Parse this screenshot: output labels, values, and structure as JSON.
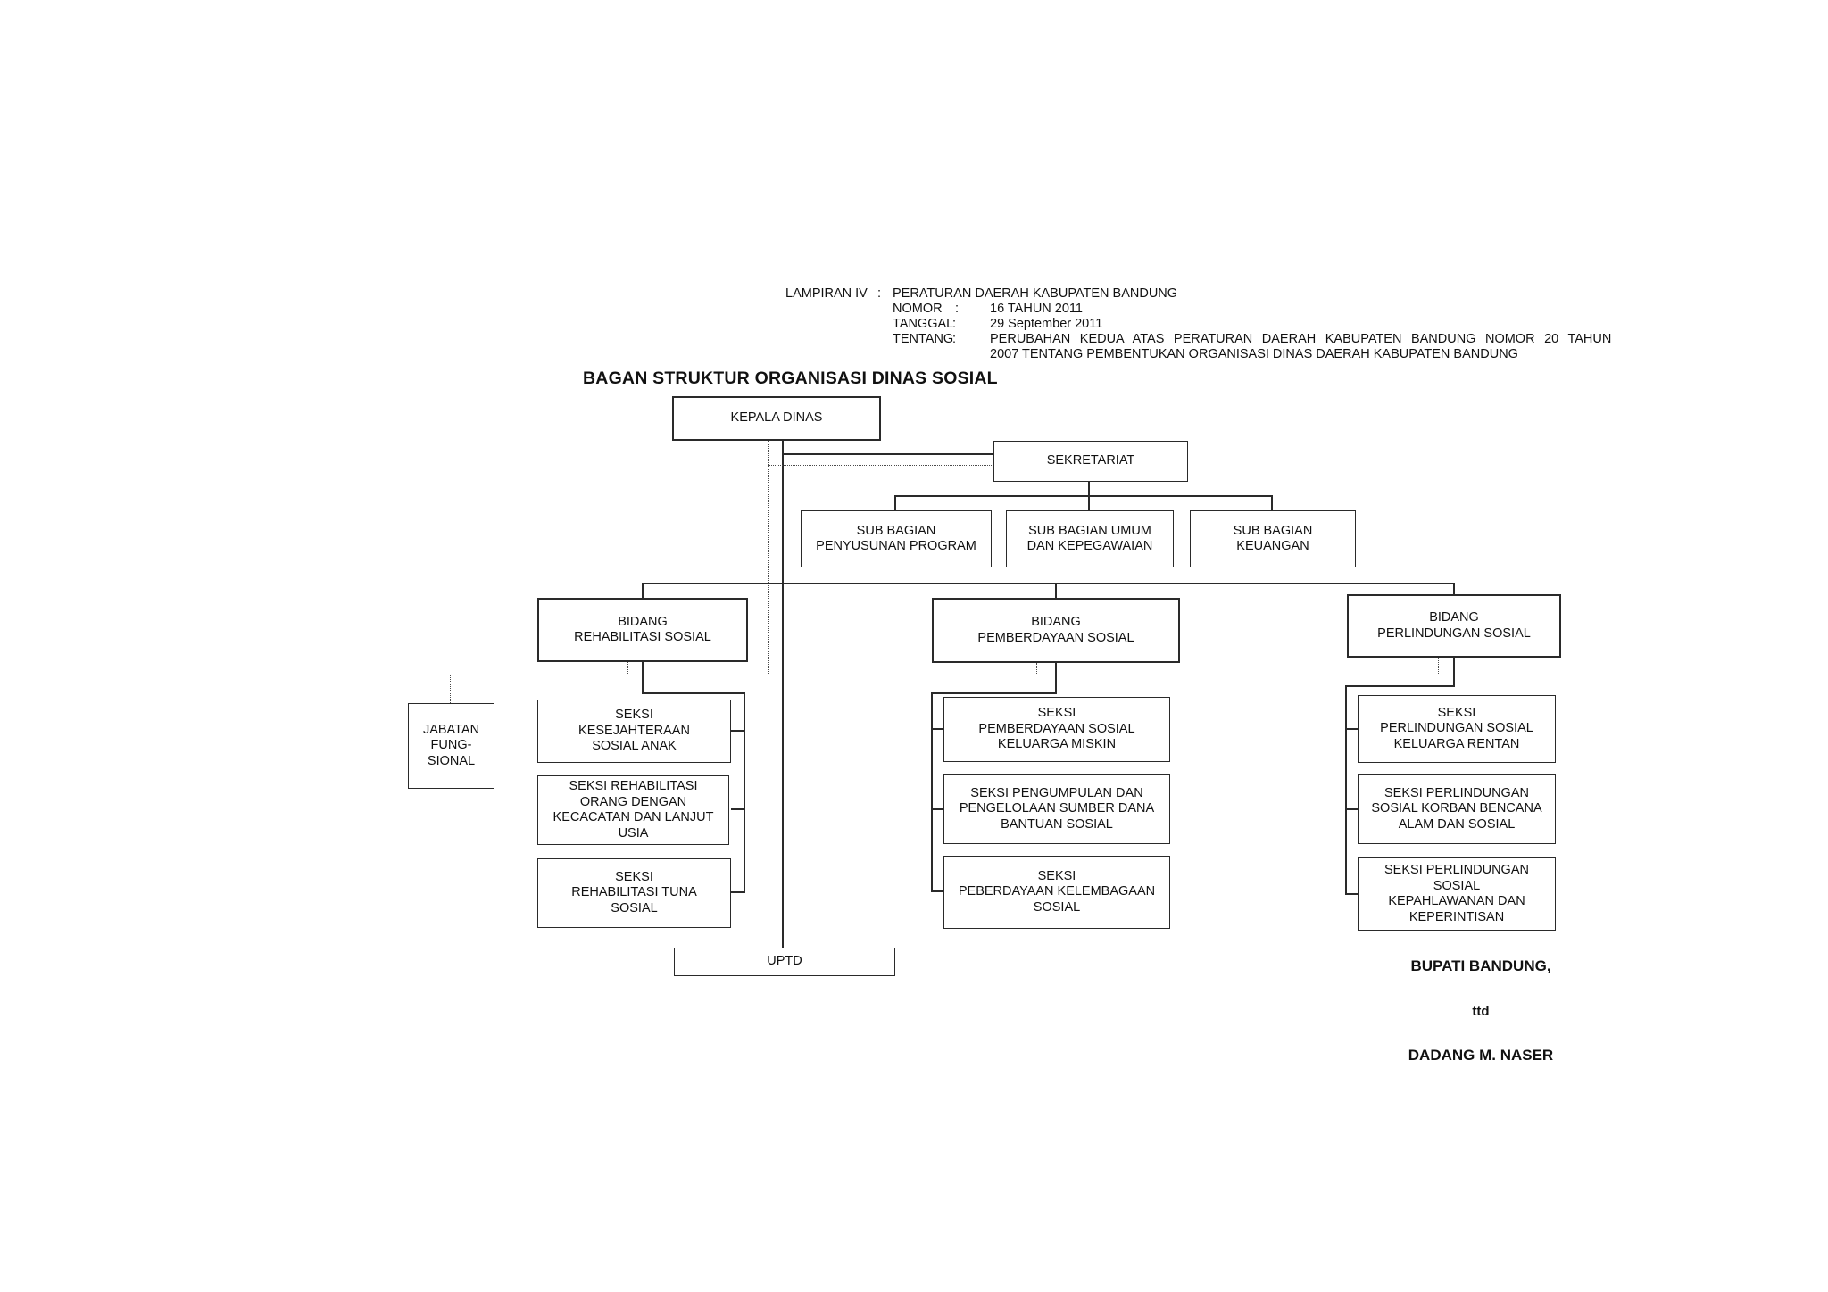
{
  "letterhead": {
    "lampiran": {
      "label": "LAMPIRAN IV",
      "colon": ":",
      "value": "PERATURAN DAERAH KABUPATEN BANDUNG"
    },
    "nomor": {
      "label": "NOMOR",
      "colon": ":",
      "value": "16 TAHUN 2011"
    },
    "tanggal": {
      "label": "TANGGAL",
      "colon": ":",
      "value": "29 September 2011"
    },
    "tentang": {
      "label": "TENTANG",
      "colon": ":",
      "lines": [
        "PERUBAHAN KEDUA ATAS PERATURAN DAERAH KABUPATEN BANDUNG NOMOR 20 TAHUN",
        "2007 TENTANG PEMBENTUKAN ORGANISASI DINAS DAERAH KABUPATEN BANDUNG"
      ]
    }
  },
  "title": "BAGAN STRUKTUR ORGANISASI DINAS SOSIAL",
  "org": {
    "kepala_dinas": "KEPALA DINAS",
    "jabatan_fungsional": "JABATAN\nFUNG-\nSIONAL",
    "sekretariat": {
      "label": "SEKRETARIAT",
      "sub_bagian": [
        "SUB BAGIAN\nPENYUSUNAN PROGRAM",
        "SUB BAGIAN UMUM\nDAN KEPEGAWAIAN",
        "SUB BAGIAN\nKEUANGAN"
      ]
    },
    "bidang": [
      {
        "label": "BIDANG\nREHABILITASI SOSIAL",
        "seksi": [
          "SEKSI\nKESEJAHTERAAN\nSOSIAL ANAK",
          "SEKSI REHABILITASI\nORANG DENGAN\nKECACATAN DAN LANJUT\nUSIA",
          "SEKSI\nREHABILITASI TUNA\nSOSIAL"
        ]
      },
      {
        "label": "BIDANG\nPEMBERDAYAAN SOSIAL",
        "seksi": [
          "SEKSI\nPEMBERDAYAAN SOSIAL\nKELUARGA MISKIN",
          "SEKSI PENGUMPULAN DAN\nPENGELOLAAN SUMBER DANA\nBANTUAN SOSIAL",
          "SEKSI\nPEBERDAYAAN KELEMBAGAAN\nSOSIAL"
        ]
      },
      {
        "label": "BIDANG\nPERLINDUNGAN SOSIAL",
        "seksi": [
          "SEKSI\nPERLINDUNGAN SOSIAL\nKELUARGA RENTAN",
          "SEKSI PERLINDUNGAN\nSOSIAL KORBAN BENCANA\nALAM DAN SOSIAL",
          "SEKSI PERLINDUNGAN\nSOSIAL\nKEPAHLAWANAN DAN\nKEPERINTISAN"
        ]
      }
    ],
    "uptd": "UPTD"
  },
  "signature": {
    "holder": "BUPATI BANDUNG,",
    "ttd": "ttd",
    "name": "DADANG M. NASER"
  }
}
